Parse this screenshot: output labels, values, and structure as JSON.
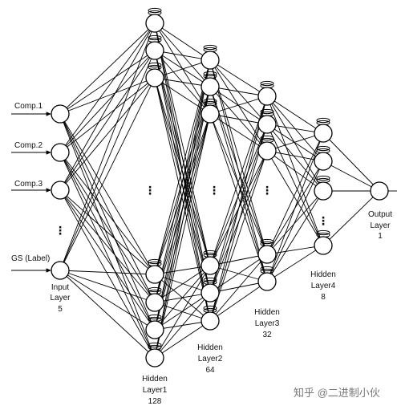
{
  "inputs": [
    {
      "label": "Comp.1"
    },
    {
      "label": "Comp.2"
    },
    {
      "label": "Comp.3"
    },
    {
      "label": "GS (Label)"
    }
  ],
  "ellipsis": "⋮",
  "layers": [
    {
      "key": "input",
      "lines": [
        "Input",
        "Layer",
        "5"
      ]
    },
    {
      "key": "hidden1",
      "lines": [
        "Hidden",
        "Layer1",
        "128"
      ]
    },
    {
      "key": "hidden2",
      "lines": [
        "Hidden",
        "Layer2",
        "64"
      ]
    },
    {
      "key": "hidden3",
      "lines": [
        "Hidden",
        "Layer3",
        "32"
      ]
    },
    {
      "key": "hidden4",
      "lines": [
        "Hidden",
        "Layer4",
        "8"
      ]
    },
    {
      "key": "output",
      "lines": [
        "Output",
        "Layer",
        "1"
      ]
    }
  ],
  "watermark": "知乎 @二进制小伙"
}
